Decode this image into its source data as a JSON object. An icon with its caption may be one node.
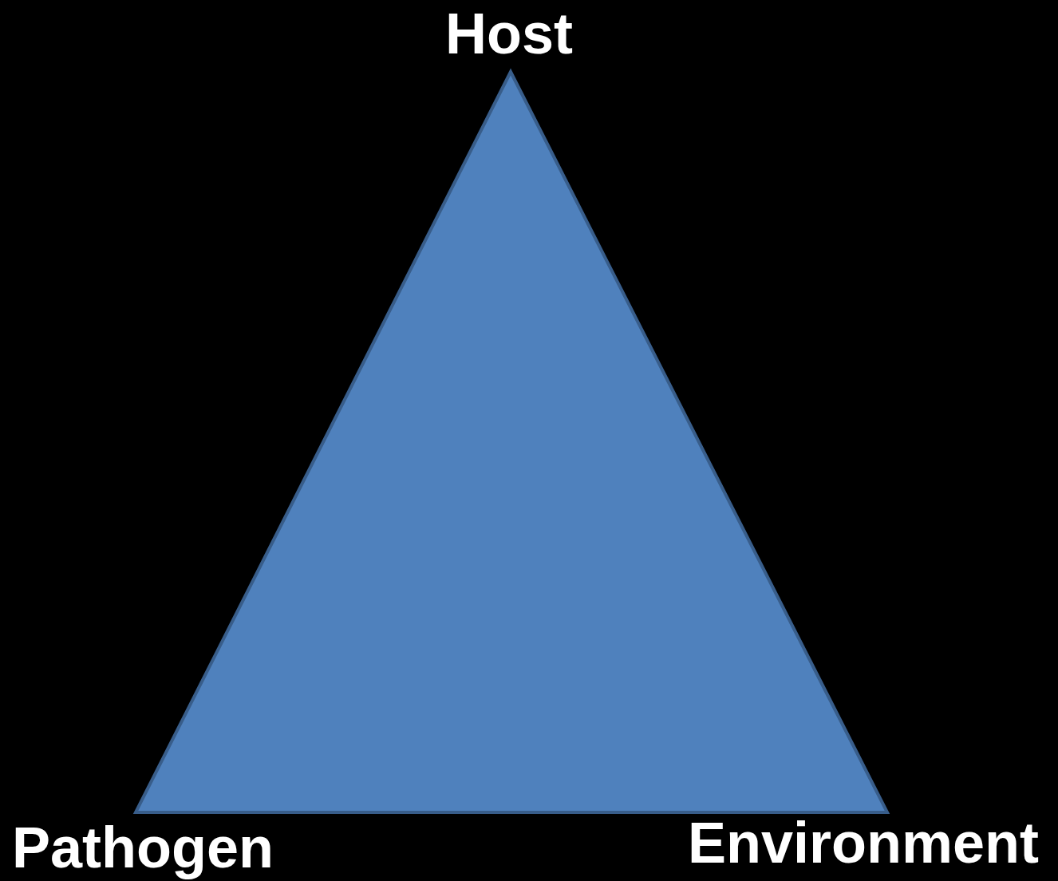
{
  "diagram": {
    "labels": [
      "Host",
      "Pathogen",
      "Environment"
    ]
  }
}
